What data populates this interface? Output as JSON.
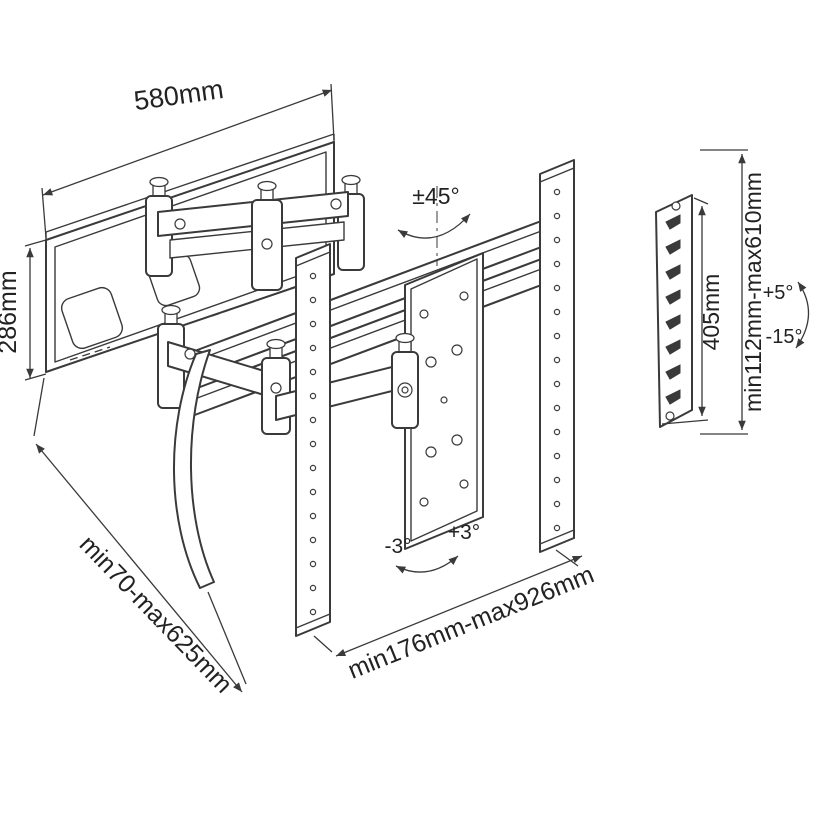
{
  "page": {
    "background": "#ffffff",
    "line_color": "#3a3a3a",
    "text_color": "#222222",
    "subject": "Full-motion TV wall mount dimensional drawing"
  },
  "dimensions": {
    "top_width": "580mm",
    "wall_plate_height": "286mm",
    "swivel_angle": "±45°",
    "bracket_height": "405mm",
    "height_range": "min112mm-max610mm",
    "tilt_up": "+5°",
    "tilt_down": "-15°",
    "extension_range": "min70-max625mm",
    "width_range": "min176mm-max926mm",
    "level_minus": "-3°",
    "level_plus": "+3°"
  }
}
